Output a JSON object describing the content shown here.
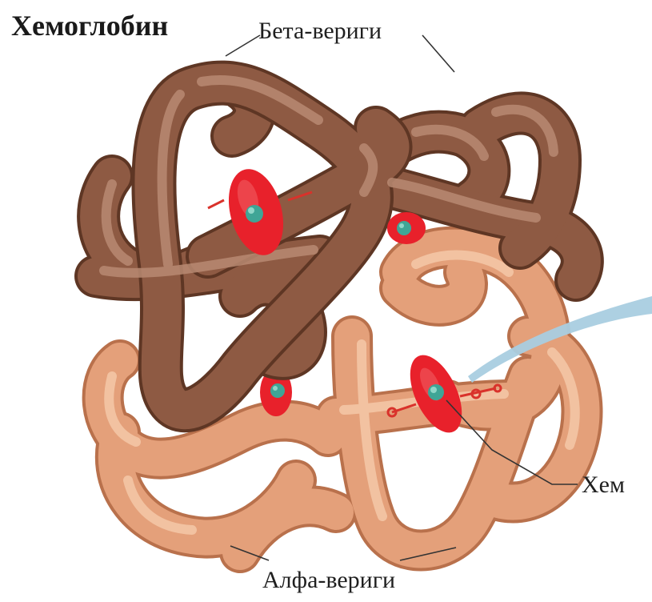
{
  "diagram": {
    "title": "Хемоглобин",
    "labels": {
      "beta_chains": "Бета-вериги",
      "alpha_chains": "Алфа-вериги",
      "heme": "Хем"
    }
  },
  "colors": {
    "background": "#ffffff",
    "beta_chain": "#8e5a43",
    "beta_chain_highlight": "#b98a72",
    "alpha_chain": "#e4a07a",
    "alpha_chain_highlight": "#f5c8a8",
    "heme_disc": "#e8212b",
    "iron_center": "#3fa596",
    "pointer_blue": "#a9cde0"
  }
}
